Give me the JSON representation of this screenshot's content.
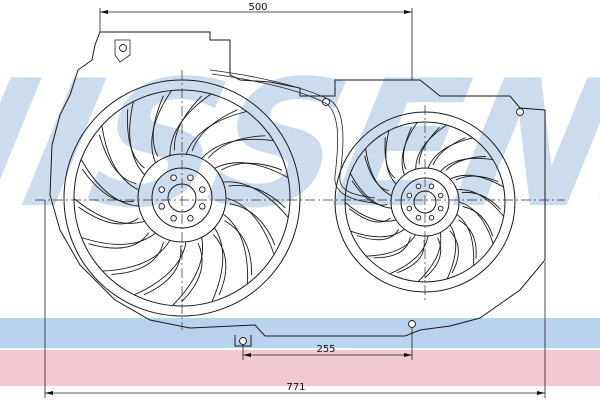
{
  "drawing": {
    "watermark": {
      "text": "NISSENS",
      "color": "#a9c6e4"
    },
    "stripe_blue_color": "#b9d3ee",
    "stripe_pink_color": "#f2c8d2",
    "line_color": "#1a1a1a"
  },
  "dimensions": {
    "top_width": "500",
    "tab_spacing": "255",
    "overall_width": "771"
  },
  "fans": [
    {
      "name": "large-fan",
      "blade_count": 17
    },
    {
      "name": "small-fan",
      "blade_count": 17
    }
  ]
}
